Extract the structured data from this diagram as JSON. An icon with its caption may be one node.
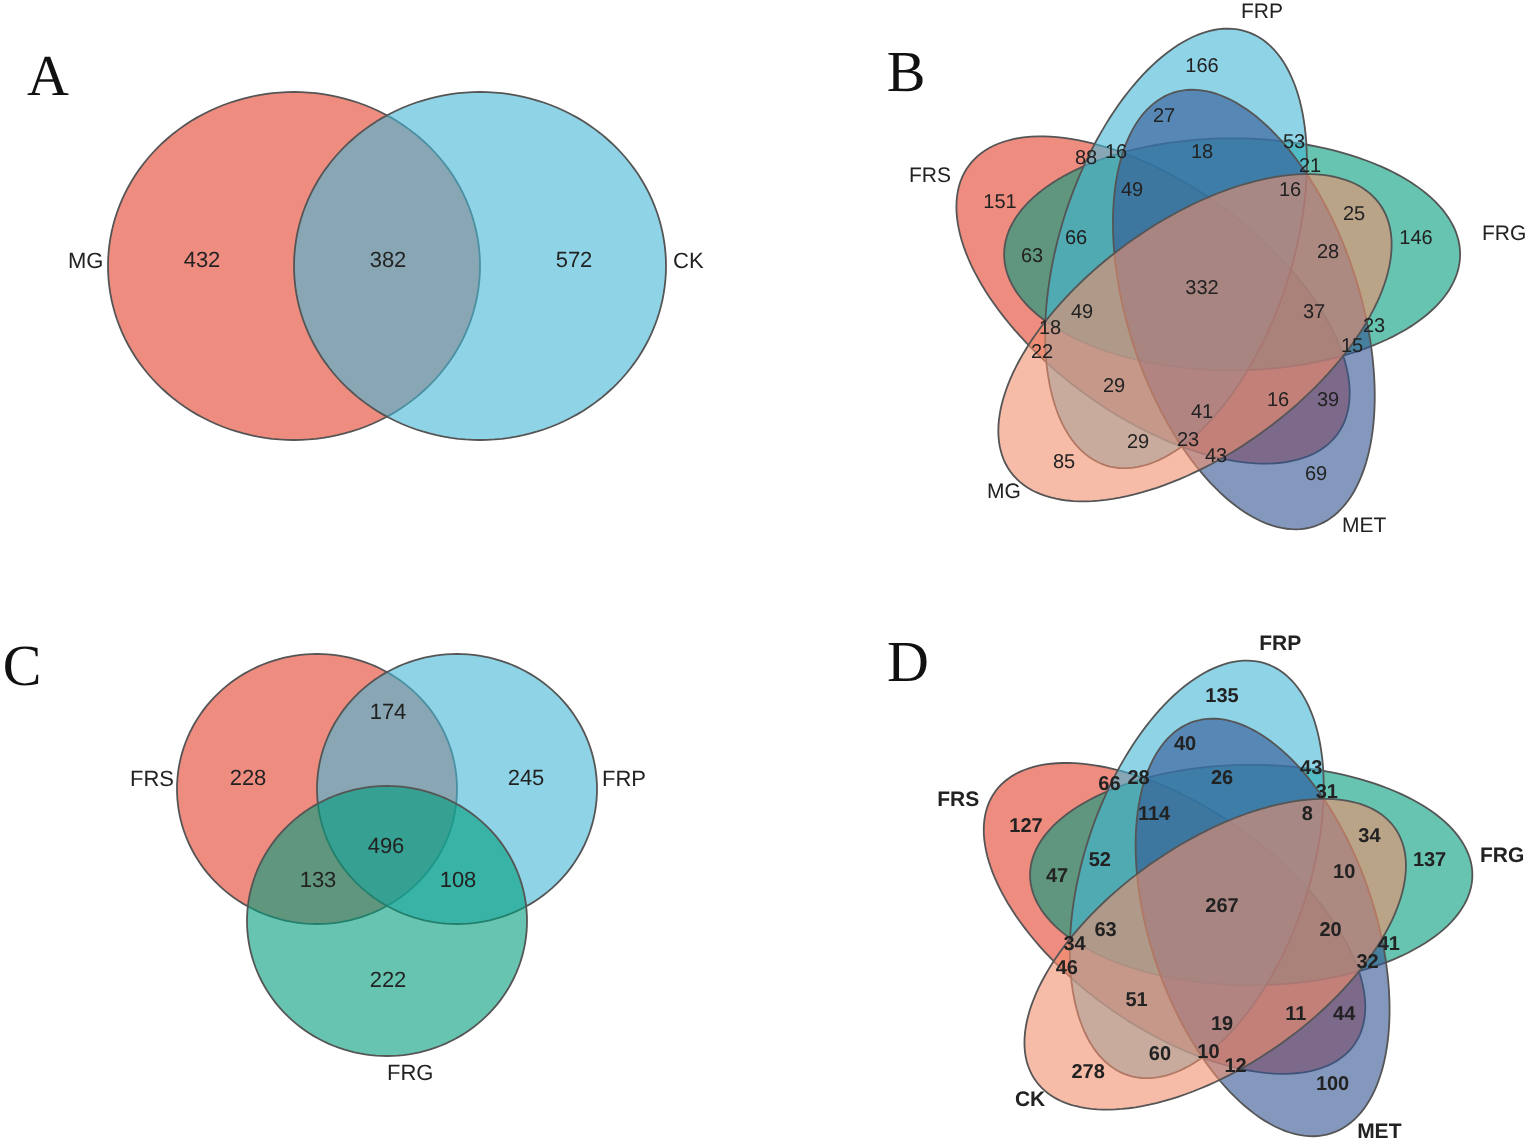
{
  "diagram": {
    "nodes": [
      {
        "text": [
          "MG"
        ]
      },
      {
        "text": [
          "CK"
        ]
      },
      {
        "text": [
          "FRP"
        ]
      },
      {
        "text": [
          "FRS"
        ]
      },
      {
        "text": [
          "FRG"
        ]
      },
      {
        "text": [
          "MG"
        ]
      },
      {
        "text": [
          "MET"
        ]
      },
      {
        "text": [
          "FRS"
        ]
      },
      {
        "text": [
          "FRP"
        ]
      },
      {
        "text": [
          "FRG"
        ]
      },
      {
        "text": [
          "FRP"
        ]
      },
      {
        "text": [
          "FRS"
        ]
      },
      {
        "text": [
          "FRG"
        ]
      },
      {
        "text": [
          "CK"
        ]
      },
      {
        "text": [
          "MET"
        ]
      }
    ],
    "labels": [
      "A",
      "432",
      "382",
      "572",
      "B",
      "166",
      "27",
      "53",
      "88",
      "16",
      "18",
      "21",
      "151",
      "49",
      "16",
      "25",
      "146",
      "63",
      "66",
      "28",
      "332",
      "49",
      "18",
      "37",
      "23",
      "22",
      "15",
      "29",
      "16",
      "39",
      "41",
      "29",
      "23",
      "43",
      "85",
      "69",
      "C",
      "174",
      "228",
      "245",
      "496",
      "133",
      "108",
      "222",
      "D",
      "135",
      "40",
      "43",
      "66",
      "28",
      "26",
      "31",
      "127",
      "114",
      "8",
      "34",
      "137",
      "47",
      "52",
      "10",
      "267",
      "63",
      "34",
      "20",
      "41",
      "46",
      "32",
      "51",
      "11",
      "44",
      "19",
      "60",
      "10",
      "12",
      "278",
      "100"
    ]
  }
}
